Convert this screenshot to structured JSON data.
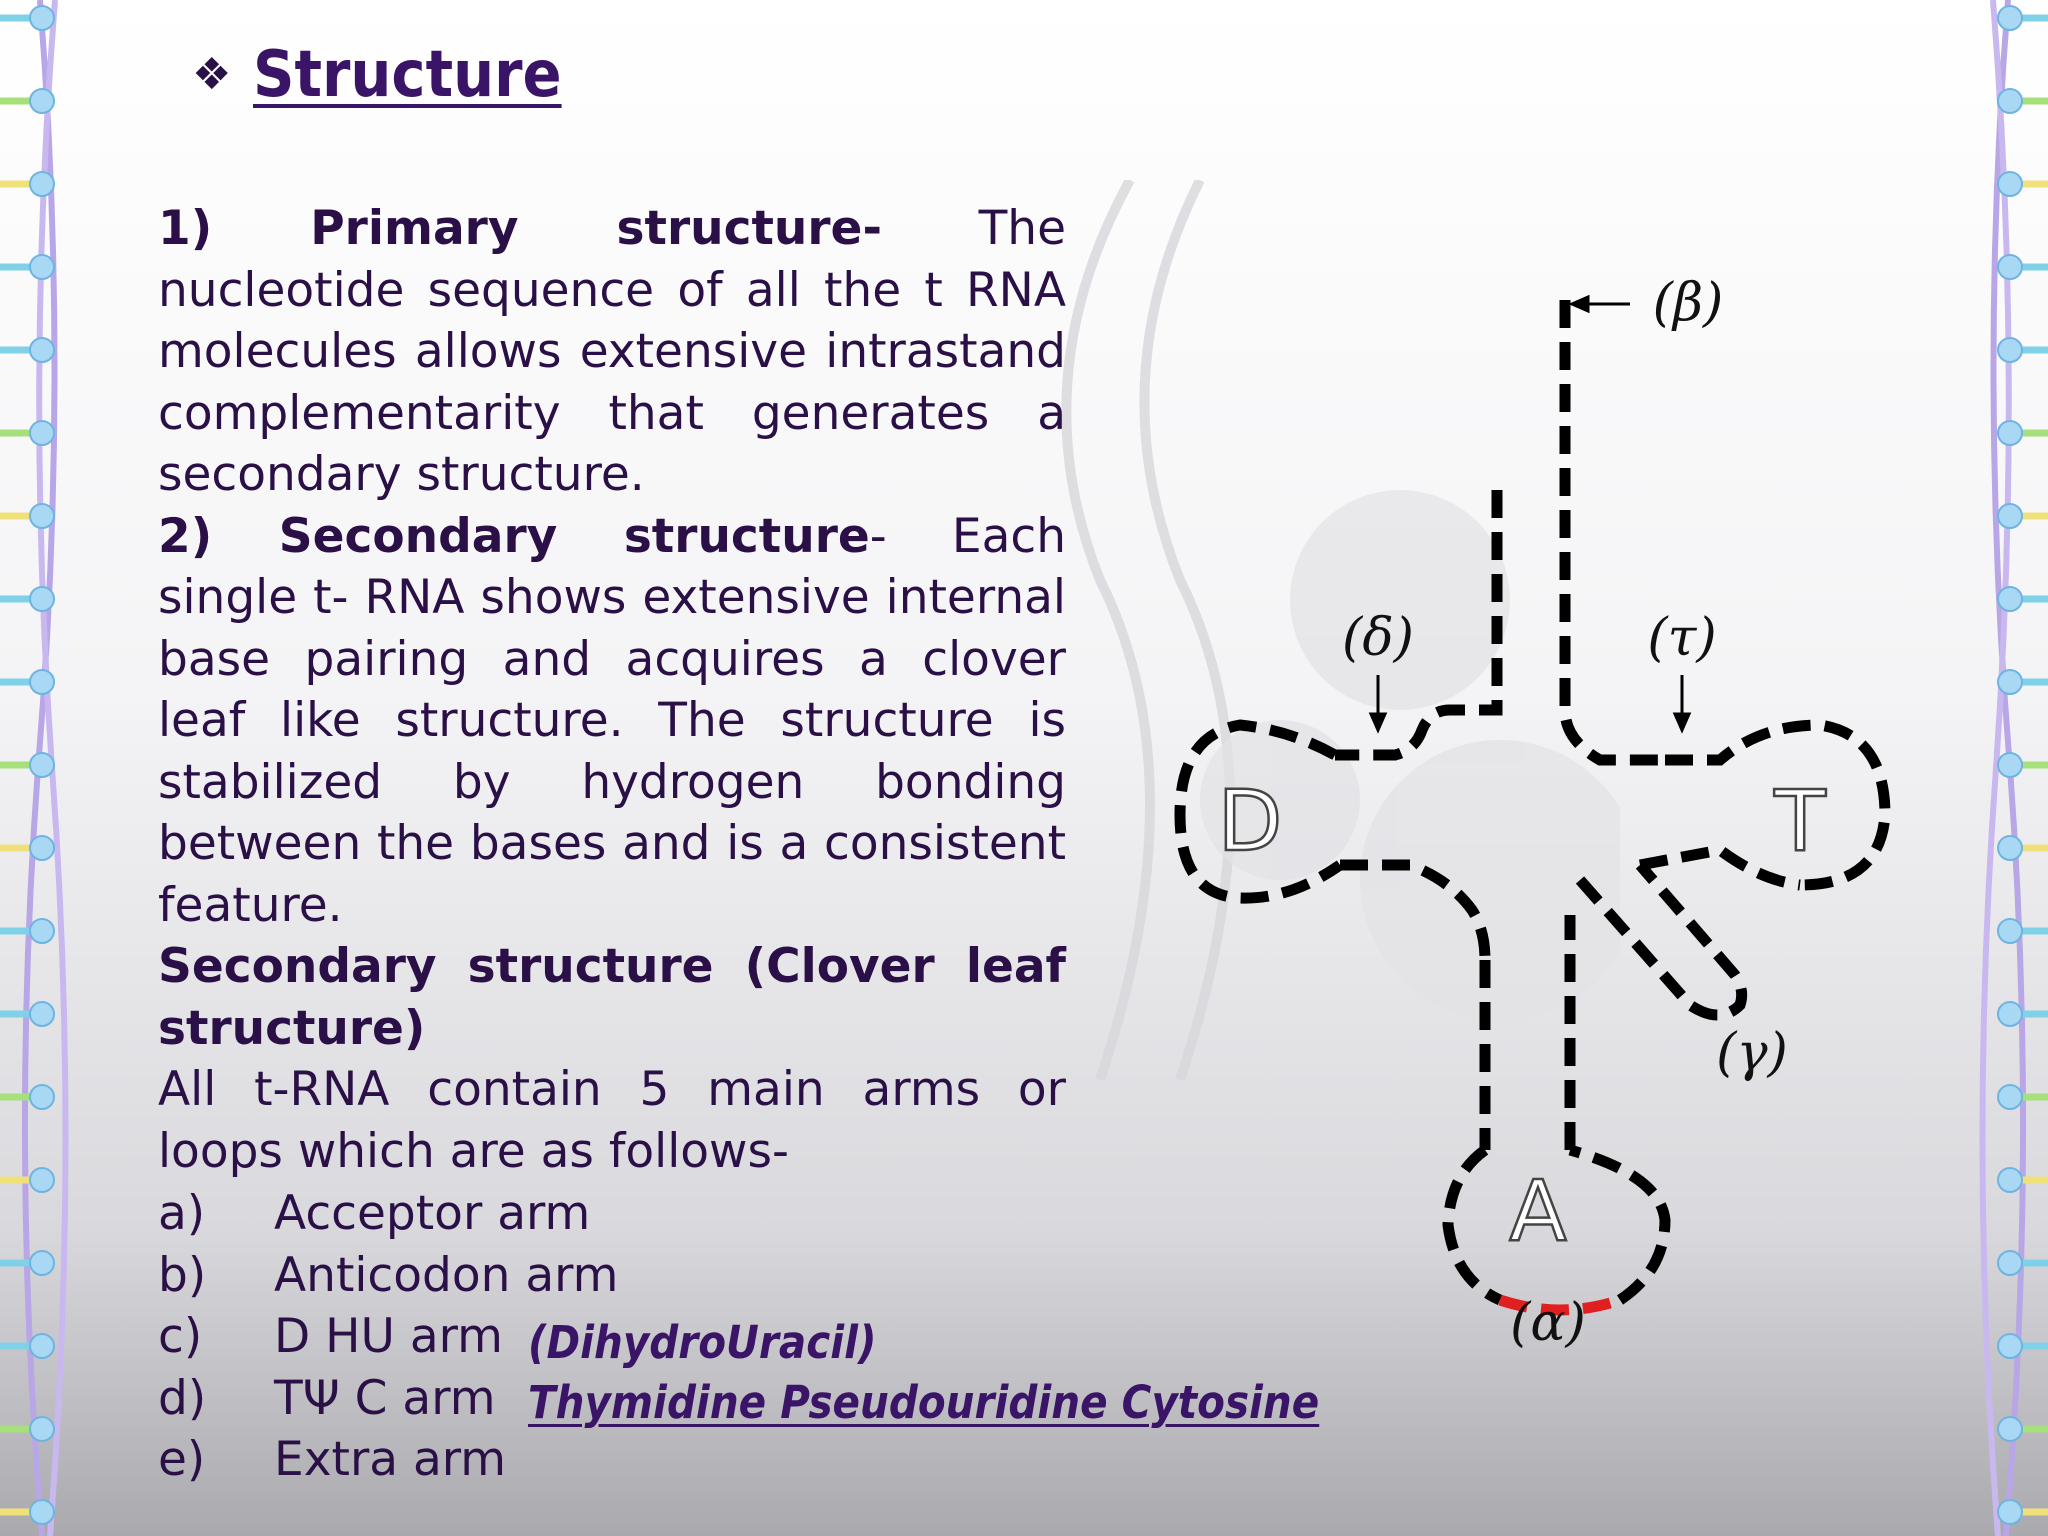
{
  "slide": {
    "bullet": "❖",
    "title": "Structure",
    "primary_label": "1) Primary structure-",
    "primary_text": " The nucleotide sequence of all the t RNA molecules allows extensive intrastand complementarity that generates a secondary structure.",
    "secondary_label": "2) Secondary structure",
    "secondary_text": "- Each single t- RNA shows extensive internal base pairing and acquires a clover leaf like structure. The structure is stabilized by hydrogen bonding between the bases and is a consistent feature.",
    "clover_heading": "Secondary structure (Clover leaf structure)",
    "arms_intro": "All t-RNA contain 5 main arms or loops which are as follows-",
    "arms": [
      {
        "marker": "a)",
        "text": "Acceptor arm"
      },
      {
        "marker": "b)",
        "text": "Anticodon arm"
      },
      {
        "marker": "c)",
        "text": "D HU arm"
      },
      {
        "marker": "d)",
        "text": "TΨ C arm"
      },
      {
        "marker": "e)",
        "text": "Extra arm"
      }
    ],
    "dhu_expansion": "(DihydroUracil)",
    "tpc_expansion": "Thymidine Pseudouridine Cytosine"
  },
  "diagram": {
    "loop_D": "D",
    "loop_T": "T",
    "loop_A": "A",
    "label_beta": "(β)",
    "label_delta": "(δ)",
    "label_tau": "(τ)",
    "label_gamma": "(γ)",
    "label_alpha": "(α)",
    "anticodon_color": "#e02020"
  },
  "colors": {
    "title": "#3a1466",
    "text": "#2a1046"
  }
}
